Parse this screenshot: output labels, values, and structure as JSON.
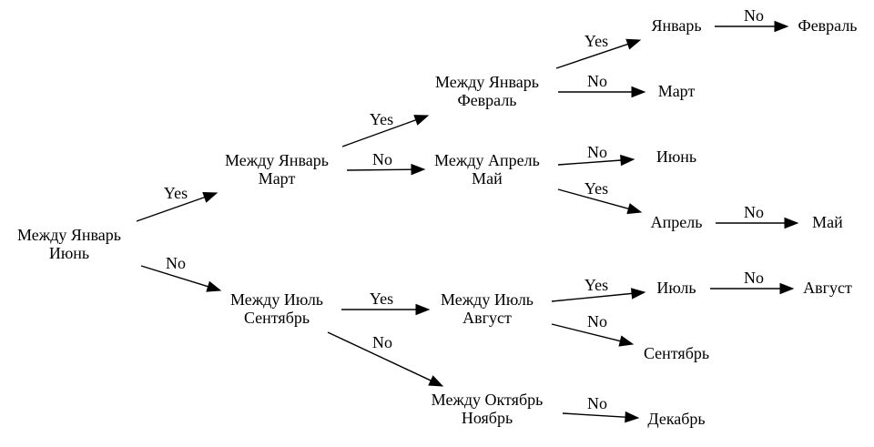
{
  "diagram": {
    "type": "decision-tree",
    "background": "#ffffff",
    "stroke_color": "#000000",
    "nodes": [
      {
        "id": "n_jan_jun",
        "lines": [
          "Между Январь",
          "Июнь"
        ]
      },
      {
        "id": "n_jan_mar",
        "lines": [
          "Между Январь",
          "Март"
        ]
      },
      {
        "id": "n_jul_sep",
        "lines": [
          "Между Июль",
          "Сентябрь"
        ]
      },
      {
        "id": "n_jan_feb",
        "lines": [
          "Между Январь",
          "Февраль"
        ]
      },
      {
        "id": "n_apr_may",
        "lines": [
          "Между Апрель",
          "Май"
        ]
      },
      {
        "id": "n_jul_aug",
        "lines": [
          "Между Июль",
          "Август"
        ]
      },
      {
        "id": "n_oct_nov",
        "lines": [
          "Между Октябрь",
          "Ноябрь"
        ]
      },
      {
        "id": "l_jan",
        "lines": [
          "Январь"
        ]
      },
      {
        "id": "l_feb",
        "lines": [
          "Февраль"
        ]
      },
      {
        "id": "l_mar",
        "lines": [
          "Март"
        ]
      },
      {
        "id": "l_jun",
        "lines": [
          "Июнь"
        ]
      },
      {
        "id": "l_apr",
        "lines": [
          "Апрель"
        ]
      },
      {
        "id": "l_may",
        "lines": [
          "Май"
        ]
      },
      {
        "id": "l_jul",
        "lines": [
          "Июль"
        ]
      },
      {
        "id": "l_aug",
        "lines": [
          "Август"
        ]
      },
      {
        "id": "l_sep",
        "lines": [
          "Сентябрь"
        ]
      },
      {
        "id": "l_dec",
        "lines": [
          "Декабрь"
        ]
      }
    ],
    "edges": [
      {
        "from": "n_jan_jun",
        "to": "n_jan_mar",
        "label": "Yes"
      },
      {
        "from": "n_jan_jun",
        "to": "n_jul_sep",
        "label": "No"
      },
      {
        "from": "n_jan_mar",
        "to": "n_jan_feb",
        "label": "Yes"
      },
      {
        "from": "n_jan_mar",
        "to": "n_apr_may",
        "label": "No"
      },
      {
        "from": "n_jan_feb",
        "to": "l_jan",
        "label": "Yes"
      },
      {
        "from": "n_jan_feb",
        "to": "l_mar",
        "label": "No"
      },
      {
        "from": "l_jan",
        "to": "l_feb",
        "label": "No"
      },
      {
        "from": "n_apr_may",
        "to": "l_jun",
        "label": "No"
      },
      {
        "from": "n_apr_may",
        "to": "l_apr",
        "label": "Yes"
      },
      {
        "from": "l_apr",
        "to": "l_may",
        "label": "No"
      },
      {
        "from": "n_jul_sep",
        "to": "n_jul_aug",
        "label": "Yes"
      },
      {
        "from": "n_jul_sep",
        "to": "n_oct_nov",
        "label": "No"
      },
      {
        "from": "n_jul_aug",
        "to": "l_jul",
        "label": "Yes"
      },
      {
        "from": "n_jul_aug",
        "to": "l_sep",
        "label": "No"
      },
      {
        "from": "l_jul",
        "to": "l_aug",
        "label": "No"
      },
      {
        "from": "n_oct_nov",
        "to": "l_dec",
        "label": "No"
      }
    ]
  }
}
